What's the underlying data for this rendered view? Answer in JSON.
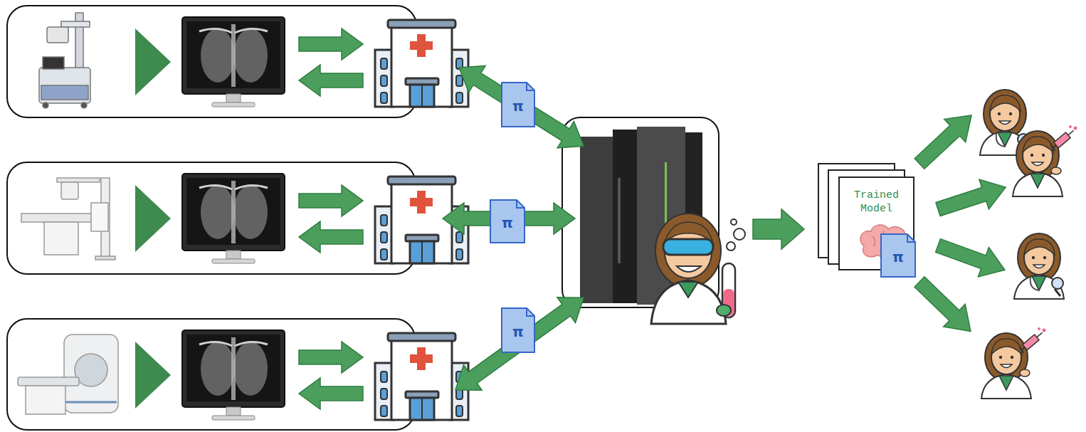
{
  "diagram": {
    "nodes": [
      {
        "text": [
          "π"
        ]
      },
      {
        "text": [
          "π"
        ]
      },
      {
        "text": [
          "π"
        ]
      },
      {
        "text": [
          "Trained Model"
        ]
      },
      {
        "text": [
          "π"
        ],
        "in": 3
      }
    ]
  }
}
